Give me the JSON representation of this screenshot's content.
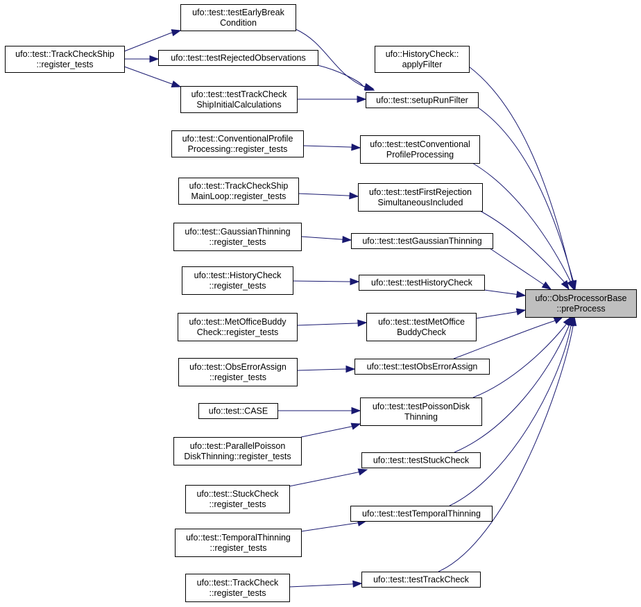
{
  "nodes": {
    "track_ship_reg": [
      "ufo::test::TrackCheckShip",
      "::register_tests"
    ],
    "early_break": [
      "ufo::test::testEarlyBreak",
      "Condition"
    ],
    "rejected_obs": [
      "ufo::test::testRejectedObservations"
    ],
    "track_ship_init": [
      "ufo::test::testTrackCheck",
      "ShipInitialCalculations"
    ],
    "history_apply": [
      "ufo::HistoryCheck::",
      "applyFilter"
    ],
    "setup_run_filter": [
      "ufo::test::setupRunFilter"
    ],
    "conv_profile_reg": [
      "ufo::test::ConventionalProfile",
      "Processing::register_tests"
    ],
    "test_conv_profile": [
      "ufo::test::testConventional",
      "ProfileProcessing"
    ],
    "track_ship_main_reg": [
      "ufo::test::TrackCheckShip",
      "MainLoop::register_tests"
    ],
    "test_first_rejection": [
      "ufo::test::testFirstRejection",
      "SimultaneousIncluded"
    ],
    "gaussian_reg": [
      "ufo::test::GaussianThinning",
      "::register_tests"
    ],
    "test_gaussian": [
      "ufo::test::testGaussianThinning"
    ],
    "history_reg": [
      "ufo::test::HistoryCheck",
      "::register_tests"
    ],
    "test_history": [
      "ufo::test::testHistoryCheck"
    ],
    "preprocess": [
      "ufo::ObsProcessorBase",
      "::preProcess"
    ],
    "metoffice_reg": [
      "ufo::test::MetOfficeBuddy",
      "Check::register_tests"
    ],
    "test_metoffice": [
      "ufo::test::testMetOffice",
      "BuddyCheck"
    ],
    "obserror_reg": [
      "ufo::test::ObsErrorAssign",
      "::register_tests"
    ],
    "test_obserror": [
      "ufo::test::testObsErrorAssign"
    ],
    "case": [
      "ufo::test::CASE"
    ],
    "test_poisson": [
      "ufo::test::testPoissonDisk",
      "Thinning"
    ],
    "parallel_poisson_reg": [
      "ufo::test::ParallelPoisson",
      "DiskThinning::register_tests"
    ],
    "test_stuck": [
      "ufo::test::testStuckCheck"
    ],
    "stuck_reg": [
      "ufo::test::StuckCheck",
      "::register_tests"
    ],
    "test_temporal": [
      "ufo::test::testTemporalThinning"
    ],
    "temporal_reg": [
      "ufo::test::TemporalThinning",
      "::register_tests"
    ],
    "test_trackcheck": [
      "ufo::test::testTrackCheck"
    ],
    "trackcheck_reg": [
      "ufo::test::TrackCheck",
      "::register_tests"
    ]
  },
  "colors": {
    "edge": "#191970",
    "focus_fill": "#bfbfbf",
    "node_fill": "#ffffff",
    "node_border": "#000000"
  }
}
